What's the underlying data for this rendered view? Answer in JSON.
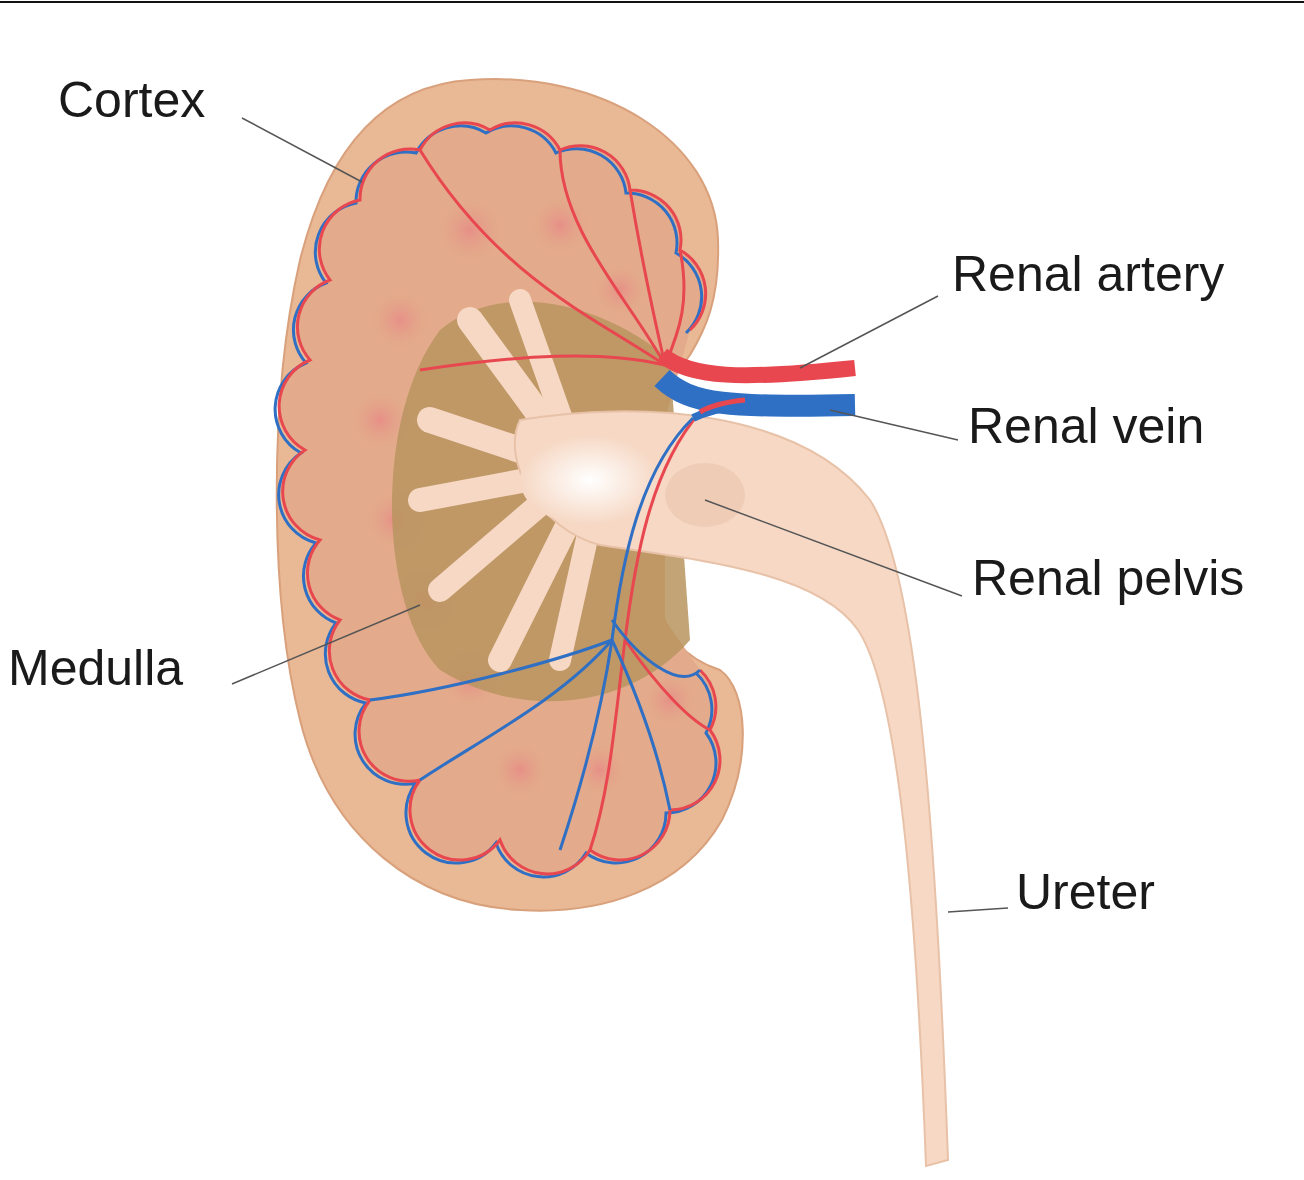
{
  "diagram": {
    "labels": [
      "Cortex",
      "Renal artery",
      "Renal vein",
      "Renal pelvis",
      "Medulla",
      "Ureter"
    ]
  }
}
